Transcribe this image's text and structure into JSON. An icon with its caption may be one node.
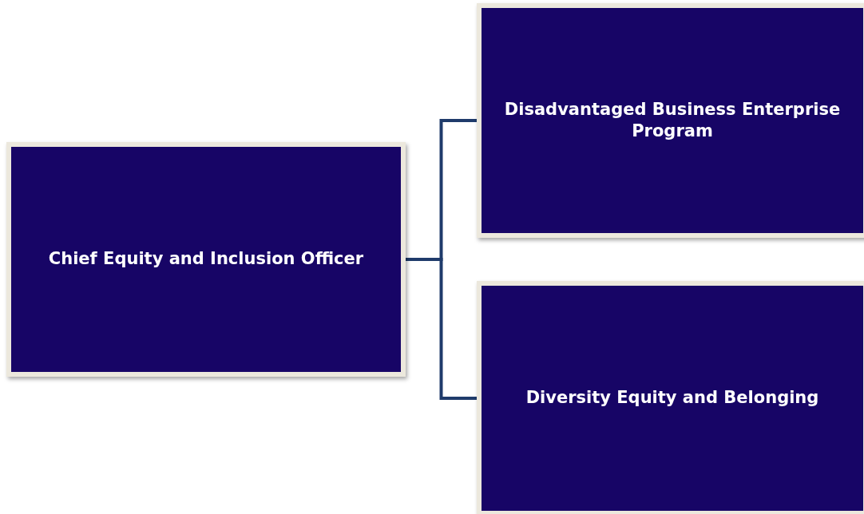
{
  "diagram": {
    "nodes": [
      {
        "text": [
          "Chief Equity and Inclusion Officer"
        ]
      },
      {
        "text": [
          "Disadvantaged Business Enterprise Program"
        ]
      },
      {
        "text": [
          "Diversity Equity and Belonging"
        ]
      }
    ],
    "edges": [
      {
        "from": 0,
        "to": 1,
        "arrow": "none"
      },
      {
        "from": 0,
        "to": 2,
        "arrow": "none"
      }
    ]
  }
}
